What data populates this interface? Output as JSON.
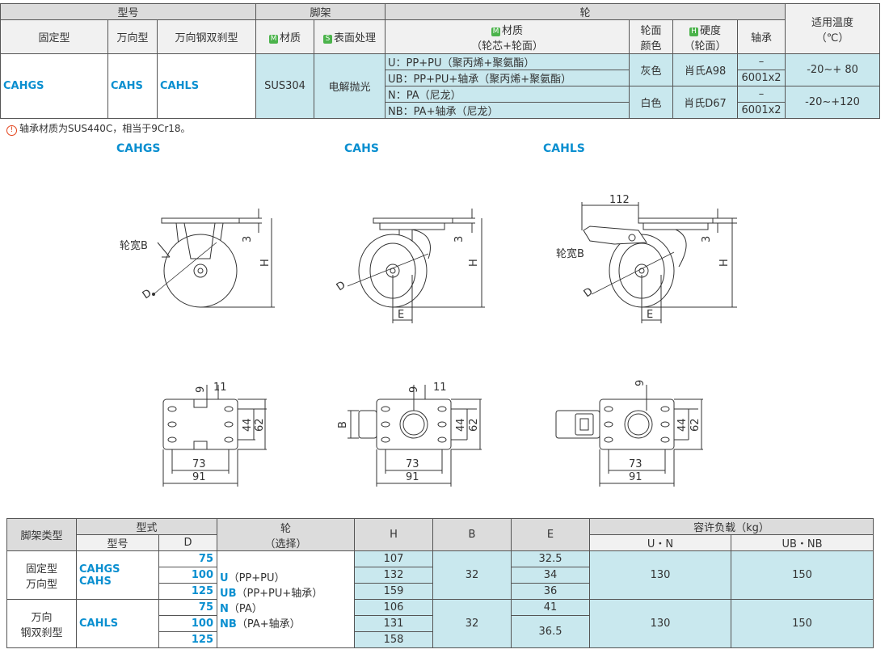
{
  "top_table": {
    "group_headers": {
      "model": "型号",
      "frame": "脚架",
      "wheel": "轮",
      "temp": "适用温度",
      "temp_unit": "（℃）"
    },
    "sub_headers": {
      "fixed": "固定型",
      "swivel": "万向型",
      "swivel_brake": "万向钢双刹型",
      "material_badge": "M",
      "material": "材质",
      "surface_badge": "S",
      "surface": "表面处理",
      "wheel_material_badge": "M",
      "wheel_material": "材质",
      "wheel_material_sub": "（轮芯+轮面）",
      "tread_color_1": "轮面",
      "tread_color_2": "颜色",
      "hardness_badge": "H",
      "hardness": "硬度",
      "hardness_sub": "（轮面）",
      "bearing": "轴承"
    },
    "models": {
      "fixed": "CAHGS",
      "swivel": "CAHS",
      "swivel_brake": "CAHLS"
    },
    "frame_material": "SUS304",
    "frame_surface": "电解抛光",
    "rows": [
      {
        "material": "U：PP+PU（聚丙烯+聚氨酯）",
        "color": "灰色",
        "hardness": "肖氏A98",
        "bearing": "–",
        "temp": "-20~+ 80"
      },
      {
        "material": "UB：PP+PU+轴承（聚丙烯+聚氨酯）",
        "bearing": "6001x2"
      },
      {
        "material": "N：PA（尼龙）",
        "color": "白色",
        "hardness": "肖氏D67",
        "bearing": "–",
        "temp": "-20~+120"
      },
      {
        "material": "NB：PA+轴承（尼龙）",
        "bearing": "6001x2"
      }
    ]
  },
  "note": {
    "icon": "!",
    "text": "轴承材质为SUS440C，相当于9Cr18。"
  },
  "captions": {
    "a": "CAHGS",
    "b": "CAHS",
    "c": "CAHLS"
  },
  "drawing_labels": {
    "wheel_width": "轮宽B",
    "D": "D",
    "H": "H",
    "E": "E",
    "B": "B",
    "three": "3",
    "one_twelve": "112",
    "nine": "9",
    "eleven": "11",
    "fortyfour": "44",
    "sixtytwo": "62",
    "seventythree": "73",
    "ninetyone": "91"
  },
  "bottom_table": {
    "headers": {
      "frame_type": "脚架类型",
      "form": "型式",
      "model": "型号",
      "D": "D",
      "wheel": "轮",
      "wheel_sub": "（选择）",
      "H": "H",
      "B": "B",
      "E": "E",
      "load": "容许负载（kg）",
      "load_un": "U・N",
      "load_ubnb": "UB・NB"
    },
    "group1": {
      "type_1": "固定型",
      "type_2": "万向型",
      "model_1": "CAHGS",
      "model_2": "CAHS",
      "B": "32",
      "load_un": "130",
      "load_ubnb": "150",
      "rows": [
        {
          "D": "75",
          "H": "107",
          "E": "32.5"
        },
        {
          "D": "100",
          "H": "132",
          "E": "34"
        },
        {
          "D": "125",
          "H": "159",
          "E": "36"
        }
      ]
    },
    "group2": {
      "type_1": "万向",
      "type_2": "钢双刹型",
      "model": "CAHLS",
      "B": "32",
      "load_un": "130",
      "load_ubnb": "150",
      "rows": [
        {
          "D": "75",
          "H": "106",
          "E": "41"
        },
        {
          "D": "100",
          "H": "131"
        },
        {
          "D": "125",
          "H": "158"
        }
      ],
      "E_merged": "36.5"
    },
    "wheel_options": [
      {
        "code": "U",
        "text": "（PP+PU）"
      },
      {
        "code": "UB",
        "text": "（PP+PU+轴承）"
      },
      {
        "code": "N",
        "text": "（PA）"
      },
      {
        "code": "NB",
        "text": "（PA+轴承）"
      }
    ]
  }
}
